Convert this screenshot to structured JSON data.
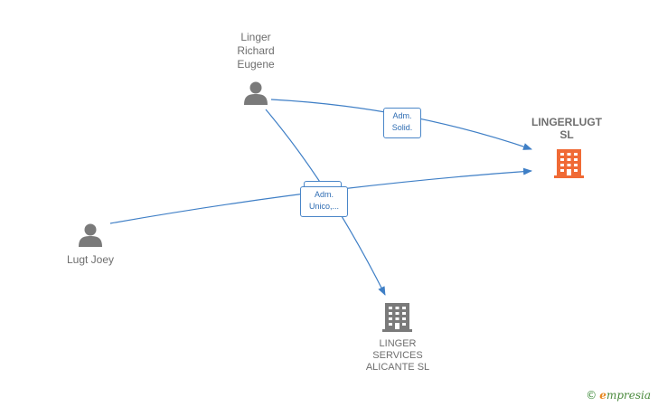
{
  "nodes": {
    "linger_richard": {
      "label": "Linger\nRichard\nEugene",
      "type": "person"
    },
    "lugt_joey": {
      "label": "Lugt Joey",
      "type": "person"
    },
    "lingerlugt": {
      "label": "LINGERLUGT\nSL",
      "type": "company",
      "color": "#f06a35"
    },
    "linger_services": {
      "label": "LINGER\nSERVICES\nALICANTE SL",
      "type": "company",
      "color": "#7a7a7a"
    }
  },
  "edges": {
    "adm_solid": {
      "line1": "Adm.",
      "line2": "Solid."
    },
    "adm_unico": {
      "line1": "Adm.",
      "line2": "Unico,..."
    }
  },
  "colors": {
    "edge": "#3f7fc6",
    "person": "#7a7a7a"
  },
  "watermark": {
    "copyright": "©",
    "brand_e": "e",
    "brand_rest": "mpresia"
  }
}
